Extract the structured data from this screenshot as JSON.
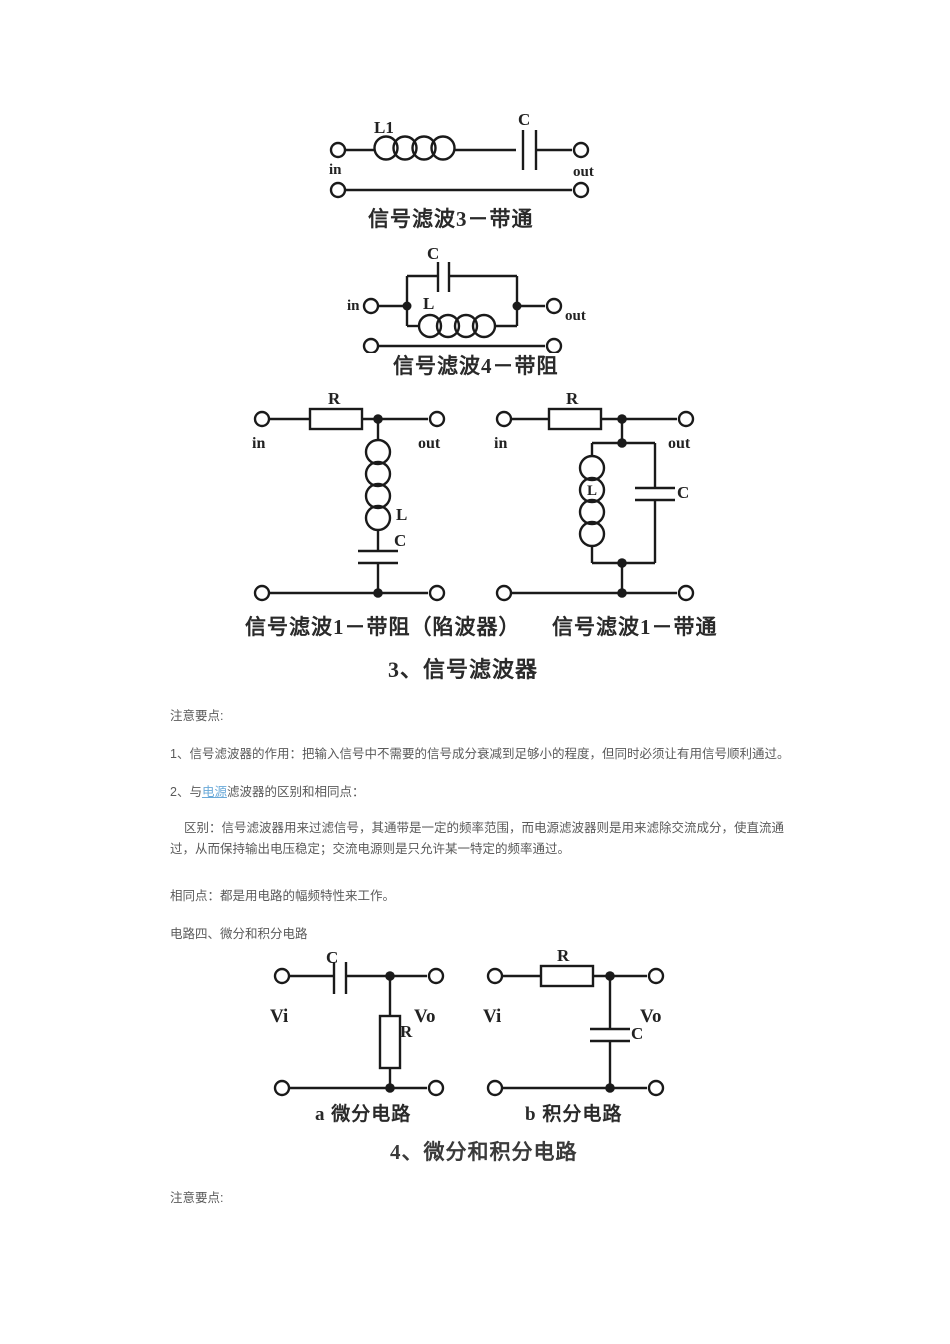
{
  "document": {
    "figures": [
      {
        "id": "filter3-bandpass",
        "caption": "信号滤波3－带通",
        "labels": {
          "inductor": "L1",
          "capacitor": "C",
          "in": "in",
          "out": "out"
        }
      },
      {
        "id": "filter4-bandstop",
        "caption": "信号滤波4－带阻",
        "labels": {
          "capacitor": "C",
          "inductor": "L",
          "in": "in",
          "out": "out"
        }
      },
      {
        "id": "filter1-bandstop-notch",
        "caption": "信号滤波1－带阻（陷波器）",
        "labels": {
          "resistor": "R",
          "inductor": "L",
          "capacitor": "C",
          "in": "in",
          "out": "out"
        }
      },
      {
        "id": "filter1-bandpass",
        "caption": "信号滤波1－带通",
        "labels": {
          "resistor": "R",
          "inductor": "L",
          "capacitor": "C",
          "in": "in",
          "out": "out"
        }
      },
      {
        "id": "differentiator",
        "caption": "a 微分电路",
        "labels": {
          "capacitor": "C",
          "resistor": "R",
          "vi": "Vi",
          "vo": "Vo"
        }
      },
      {
        "id": "integrator",
        "caption": "b 积分电路",
        "labels": {
          "resistor": "R",
          "capacitor": "C",
          "vi": "Vi",
          "vo": "Vo"
        }
      }
    ],
    "section_titles": {
      "filters": "3、信号滤波器",
      "diff_int": "4、微分和积分电路"
    },
    "body": {
      "notes_heading_1": "注意要点:",
      "item1": "1、信号滤波器的作用：把输入信号中不需要的信号成分衰减到足够小的程度，但同时必须让有用信号顺利通过。",
      "item2_prefix": "2、与",
      "item2_link": "电源",
      "item2_suffix": "滤波器的区别和相同点：",
      "difference": "区别：信号滤波器用来过滤信号，其通带是一定的频率范围，而电源滤波器则是用来滤除交流成分，使直流通过，从而保持输出电压稳定；交流电源则是只允许某一特定的频率通过。",
      "same": "相同点：都是用电路的幅频特性来工作。",
      "circuit4_heading": "电路四、微分和积分电路",
      "notes_heading_2": "注意要点:"
    },
    "colors": {
      "link": "#6aa9d8",
      "text": "#5a5a5a",
      "schematic": "#1a1a1a",
      "background": "#ffffff"
    }
  }
}
